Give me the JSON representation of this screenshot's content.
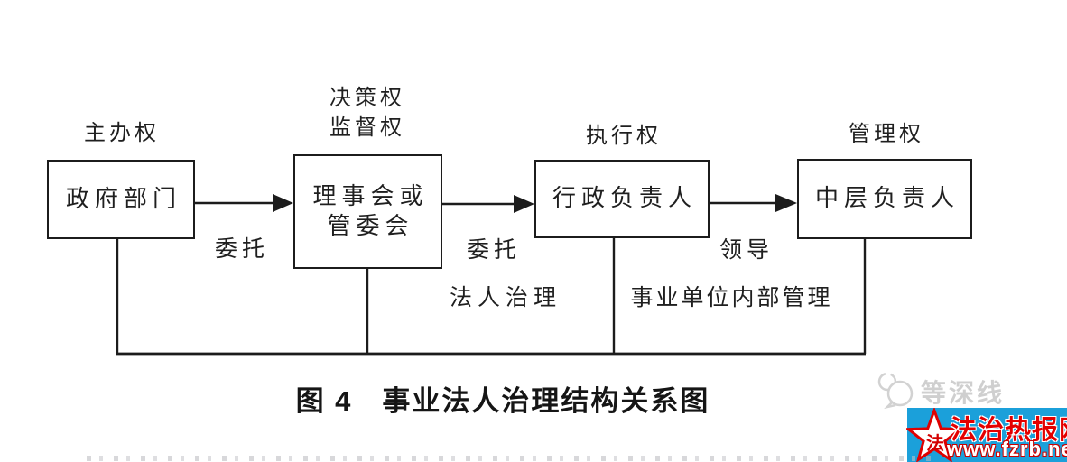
{
  "diagram": {
    "nodes": [
      {
        "power": "主办权",
        "name": "政府部门"
      },
      {
        "power1": "决策权",
        "power2": "监督权",
        "name1": "理事会或",
        "name2": "管委会"
      },
      {
        "power": "执行权",
        "name": "行政负责人"
      },
      {
        "power": "管理权",
        "name": "中层负责人"
      }
    ],
    "edges": [
      {
        "label": "委托"
      },
      {
        "label": "委托"
      },
      {
        "label": "领导"
      }
    ],
    "zones": {
      "left": "法人治理",
      "right": "事业单位内部管理"
    },
    "caption": "图 4　事业法人治理结构关系图"
  },
  "watermarks": {
    "channel": {
      "text": "等深线"
    },
    "site": {
      "badge": "法",
      "name": "法治热报网",
      "url": "www.fzrb.net"
    }
  },
  "colors": {
    "line": "#1c1c1c",
    "site_bg": "#1ba0da",
    "site_red": "#e30000",
    "watermark_gray": "#cfcfcf"
  }
}
